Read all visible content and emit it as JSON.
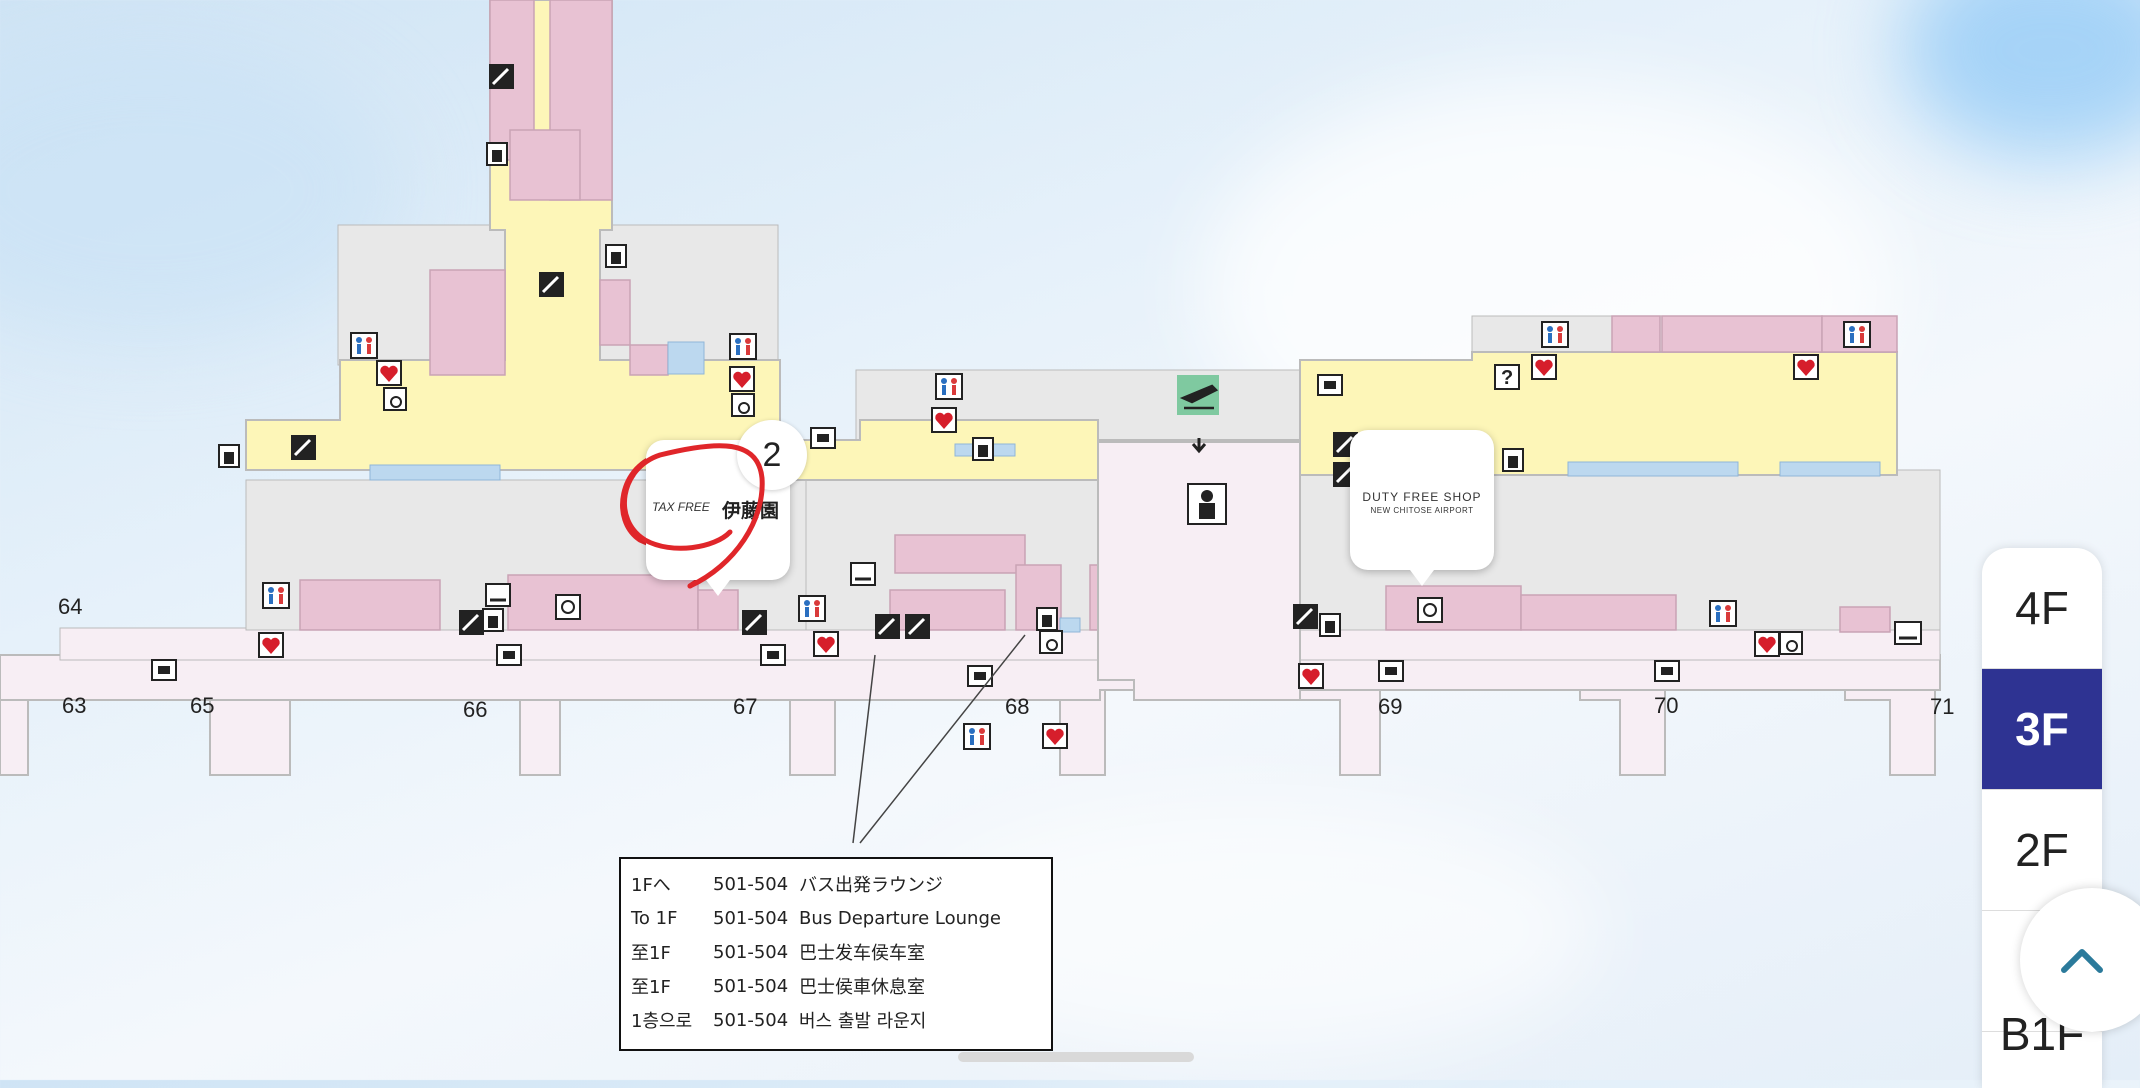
{
  "floors": {
    "items": [
      "4F",
      "3F",
      "2F",
      "B1F"
    ],
    "selected": "3F",
    "active_color": "#2e3392"
  },
  "gates": [
    "63",
    "64",
    "65",
    "66",
    "67",
    "68",
    "69",
    "70",
    "71"
  ],
  "callouts": {
    "itoen": {
      "tax_free": "TAX FREE",
      "name": "伊藤園",
      "number": "2"
    },
    "duty_free": {
      "line1": "DUTY FREE SHOP",
      "line2": "NEW CHITOSE AIRPORT"
    }
  },
  "legend": {
    "rows": [
      {
        "lang": "1Fへ",
        "gates": "501-504",
        "place": "バス出発ラウンジ"
      },
      {
        "lang": "To 1F",
        "gates": "501-504",
        "place": "Bus Departure Lounge"
      },
      {
        "lang": "至1F",
        "gates": "501-504",
        "place": "巴士发车侯车室"
      },
      {
        "lang": "至1F",
        "gates": "501-504",
        "place": "巴士侯車休息室"
      },
      {
        "lang": "1층으로",
        "gates": "501-504",
        "place": "버스 출발 라운지"
      }
    ]
  },
  "colors": {
    "corridor_yellow": "#fdf6b8",
    "shop_pink": "#e8c2d3",
    "gate_area": "#f7eef4",
    "grey_area": "#e8e8e8",
    "annotation_red": "#e0262a",
    "departure_green": "#7fc9a0"
  },
  "icons": [
    "escalator-icon",
    "elevator-icon",
    "toilet-icon",
    "aed-icon",
    "smoking-icon",
    "charging-icon",
    "departure-icon",
    "security-officer-icon",
    "info-icon",
    "baby-care-icon",
    "wheelchair-icon"
  ],
  "aed_label": "AED"
}
